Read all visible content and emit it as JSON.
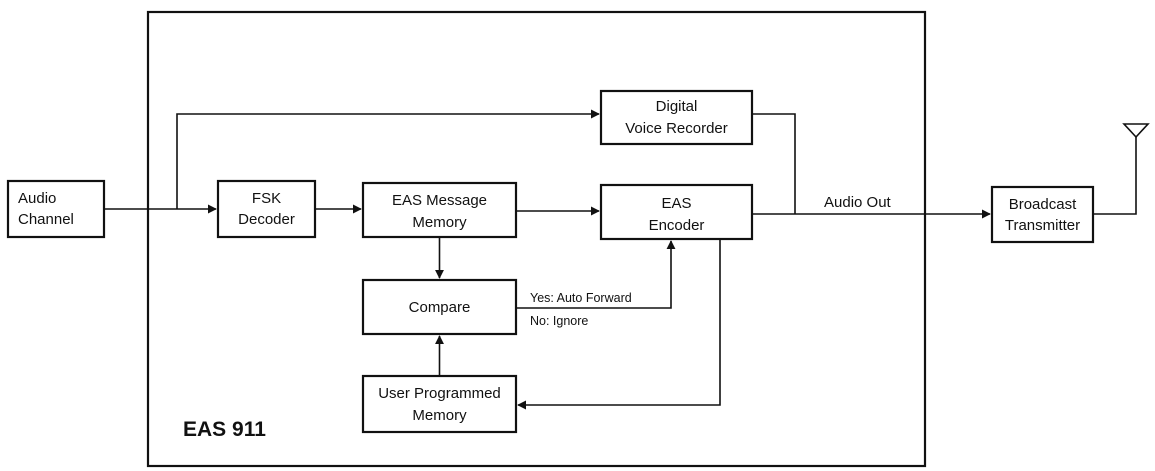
{
  "system_label": "EAS 911",
  "blocks": {
    "audio_channel": [
      "Audio",
      "Channel"
    ],
    "fsk_decoder": [
      "FSK",
      "Decoder"
    ],
    "eas_message_memory": [
      "EAS Message",
      "Memory"
    ],
    "compare": [
      "Compare"
    ],
    "user_programmed_memory": [
      "User Programmed",
      "Memory"
    ],
    "digital_voice_recorder": [
      "Digital",
      "Voice Recorder"
    ],
    "eas_encoder": [
      "EAS",
      "Encoder"
    ],
    "broadcast_transmitter": [
      "Broadcast",
      "Transmitter"
    ]
  },
  "edge_labels": {
    "audio_out": "Audio Out",
    "yes": "Yes: Auto Forward",
    "no": "No: Ignore"
  }
}
